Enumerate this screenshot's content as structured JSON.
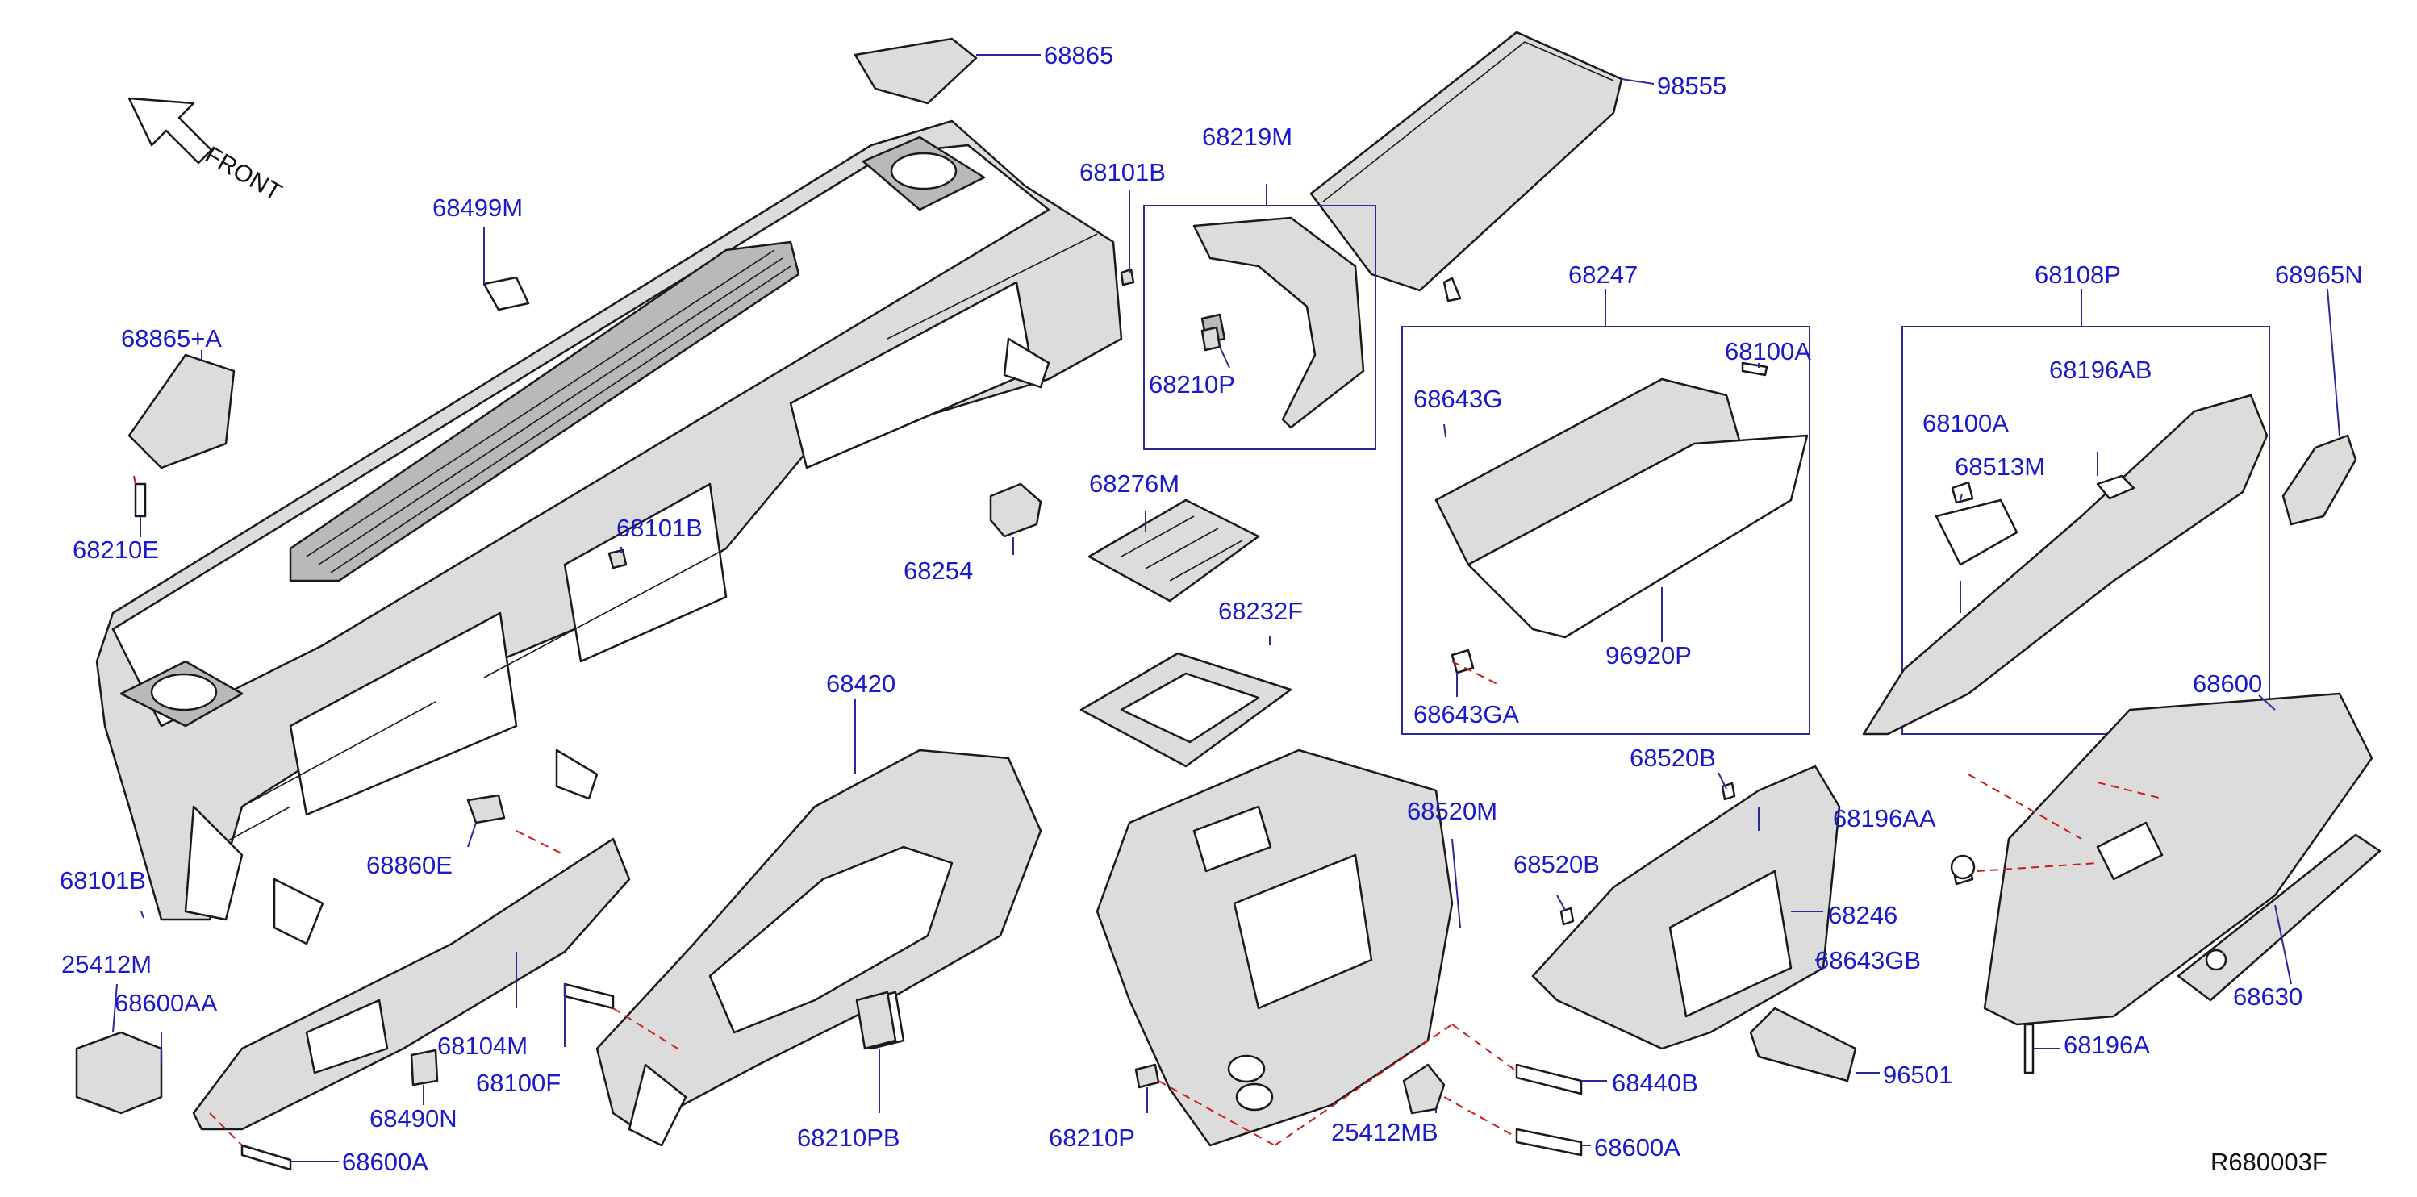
{
  "diagram": {
    "front_label": "FRONT",
    "reference_code": "R680003F",
    "colors": {
      "label": "#1a1acc",
      "leader": "#2a2a9a",
      "dashed_guide": "#cc1a1a",
      "line_art": "#1a1a1a"
    },
    "parts": [
      "68865",
      "98555",
      "68219M",
      "68101B",
      "68499M",
      "68865+A",
      "68210P",
      "68247",
      "68108P",
      "68965N",
      "68100A",
      "68196AB",
      "68643G",
      "68100A",
      "68513M",
      "68210E",
      "68101B",
      "68254",
      "68276M",
      "68232F",
      "96920P",
      "68643GA",
      "68420",
      "68600",
      "68520B",
      "68196AA",
      "68520M",
      "68101B",
      "68860E",
      "68520B",
      "68246",
      "25412M",
      "68643GB",
      "68600AA",
      "68630",
      "68104M",
      "68100F",
      "68440B",
      "96501",
      "68196A",
      "68490N",
      "68210PB",
      "68210P",
      "25412MB",
      "68600A",
      "68600A"
    ]
  }
}
